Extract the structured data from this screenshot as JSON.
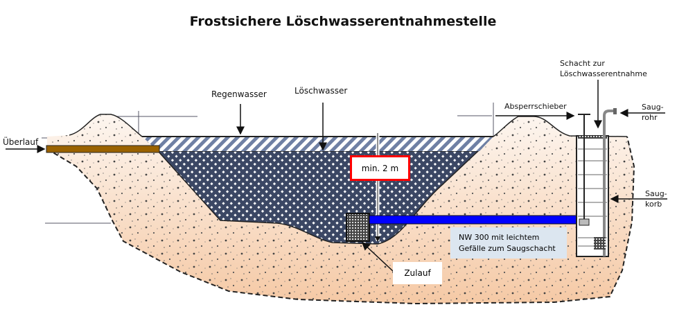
{
  "title": "Frostsichere Löschwasserentnahmestelle",
  "labels": {
    "ueberlauf": "Überlauf",
    "regenwasser": "Regenwasser",
    "loeschwasser": "Löschwasser",
    "absperrschieber": "Absperrschieber",
    "schacht_line1": "Schacht zur",
    "schacht_line2": "Löschwasserentnahme",
    "saugrohr_line1": "Saug-",
    "saugrohr_line2": "rohr",
    "saugkorb_line1": "Saug-",
    "saugkorb_line2": "korb",
    "min_depth": "min. 2  m",
    "zulauf": "Zulauf",
    "pipe_line1": "NW 300 mit leichtem",
    "pipe_line2": "Gefälle zum Saugschacht"
  },
  "colors": {
    "overflow_pipe": "#9a6200",
    "main_pipe": "#0000ff",
    "depth_box_border": "#ff0000",
    "water": "#3d4a66",
    "soil": "#f6d2b4",
    "pipe_label_bg": "#dce6f0"
  }
}
